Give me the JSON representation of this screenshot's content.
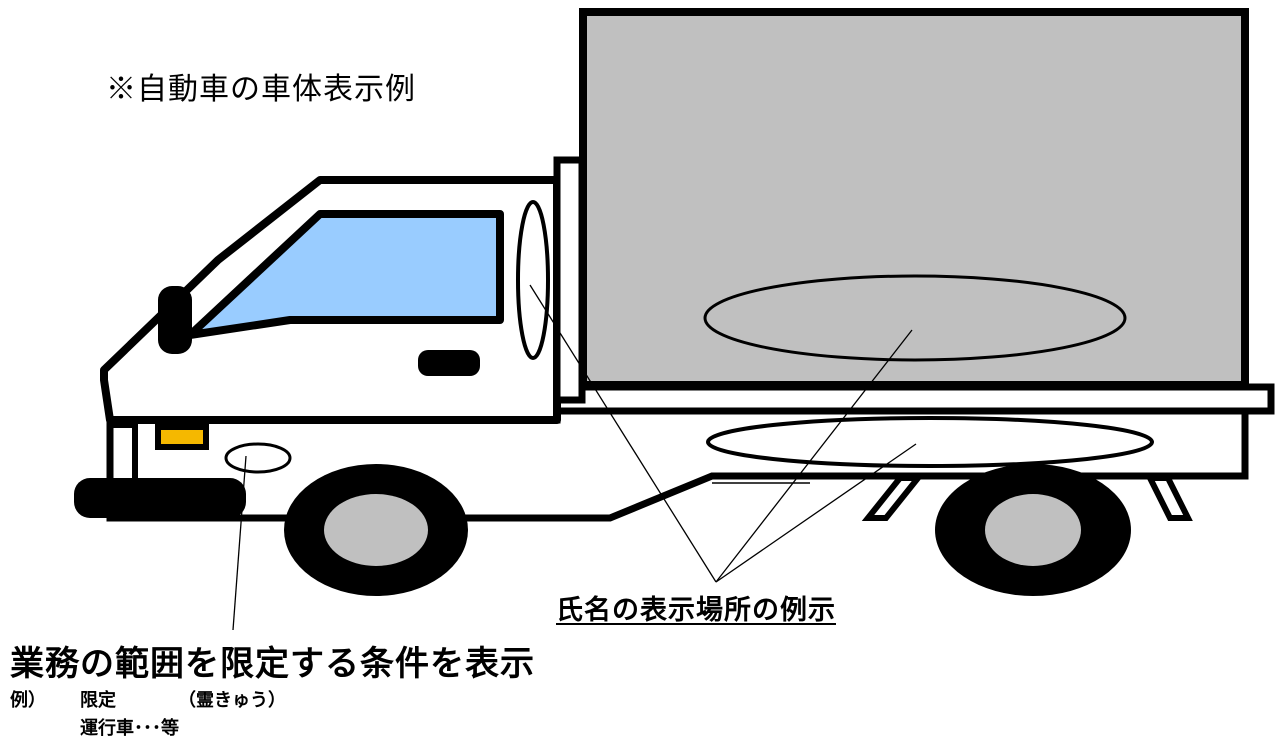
{
  "caption": "※自動車の車体表示例",
  "name_location_label": "氏名の表示場所の例示",
  "scope_label": "業務の範囲を限定する条件を表示",
  "example": {
    "prefix": "例）",
    "limited": "限定",
    "reading": "（霊きゅう）",
    "line2": "運行車･･･等"
  },
  "colors": {
    "cargo_box": "#c0c0c0",
    "window": "#99ccff",
    "indicator": "#f5b800",
    "wheel_hub": "#c0c0c0",
    "outline": "#000000"
  }
}
